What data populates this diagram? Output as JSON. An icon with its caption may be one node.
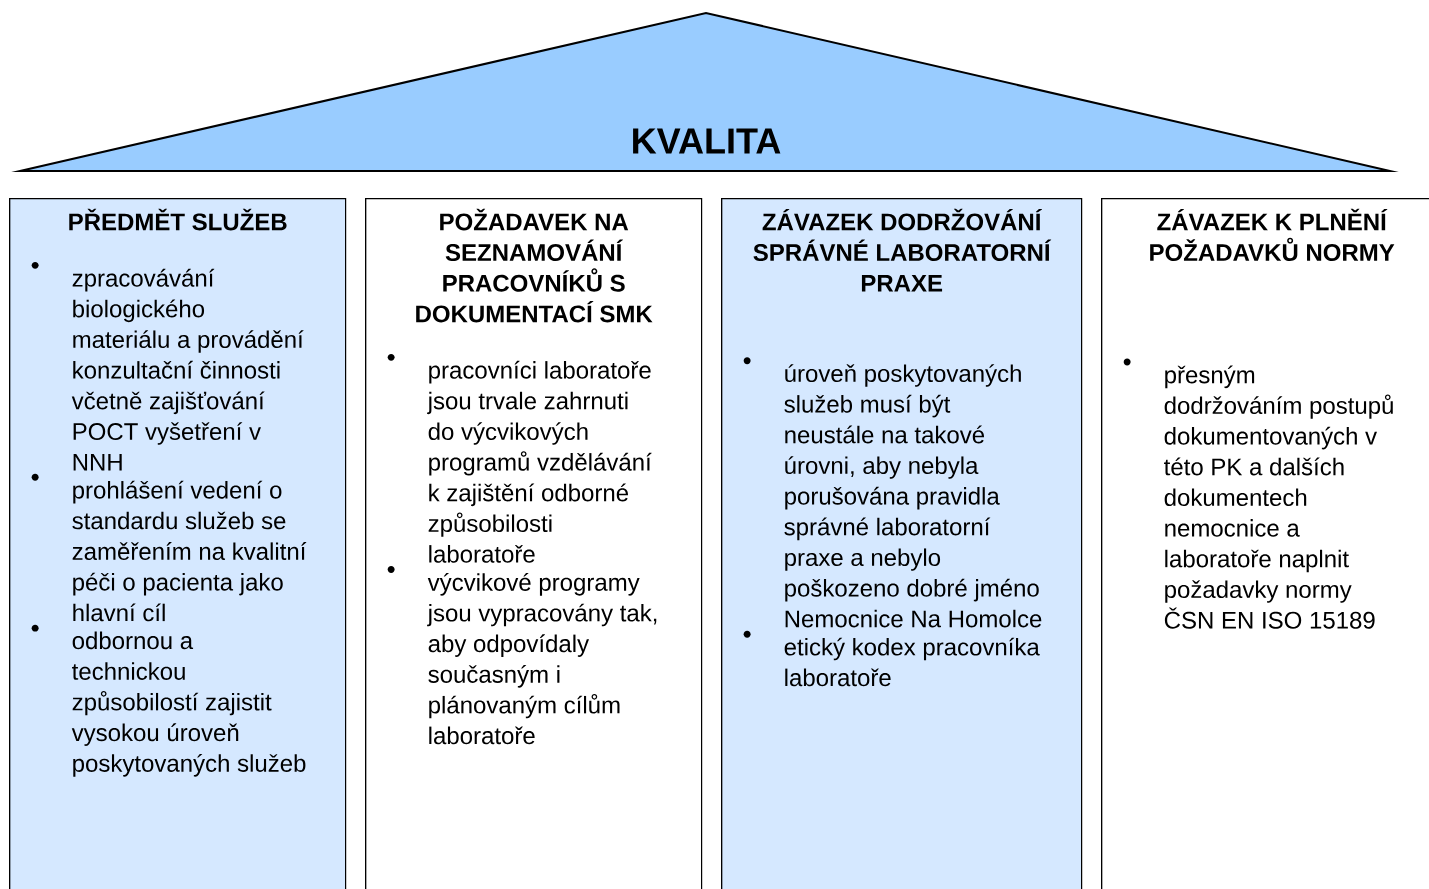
{
  "diagram": {
    "nodes": [
      {
        "text": [
          "KVALITA"
        ]
      },
      {
        "text": [
          "PŘEDMĚT SLUŽEB",
          "zpracovávání biologického materiálu a provádění konzultační činnosti včetně zajišťování POCT vyšetření v NNH",
          "prohlášení vedení o standardu služeb se zaměřením na kvalitní péči o pacienta jako hlavní cíl",
          "odbornou a technickou způsobilostí zajistit vysokou úroveň poskytovaných služeb"
        ]
      },
      {
        "text": [
          "POŽADAVEK NA SEZNAMOVÁNÍ PRACOVNÍKŮ S DOKUMENTACÍ SMK",
          "pracovníci laboratoře jsou trvale zahrnuti do výcvikových programů vzdělávání k zajištění odborné způsobilosti laboratoře",
          "výcvikové programy jsou vypracovány tak, aby odpovídaly současným i plánovaným cílům laboratoře"
        ]
      },
      {
        "text": [
          "ZÁVAZEK DODRŽOVÁNÍ SPRÁVNÉ LABORATORNÍ PRAXE",
          "úroveň poskytovaných služeb musí být neustále na takové úrovni, aby nebyla porušována pravidla správné laboratorní praxe a nebylo poškozeno dobré jméno Nemocnice Na Homolce",
          "etický kodex pracovníka laboratoře"
        ]
      },
      {
        "text": [
          "ZÁVAZEK K PLNĚNÍ POŽADAVKŮ NORMY",
          "přesným dodržováním postupů dokumentovaných v této PK a dalších dokumentech nemocnice a laboratoře naplnit požadavky normy ČSN EN ISO 15189"
        ]
      }
    ]
  }
}
